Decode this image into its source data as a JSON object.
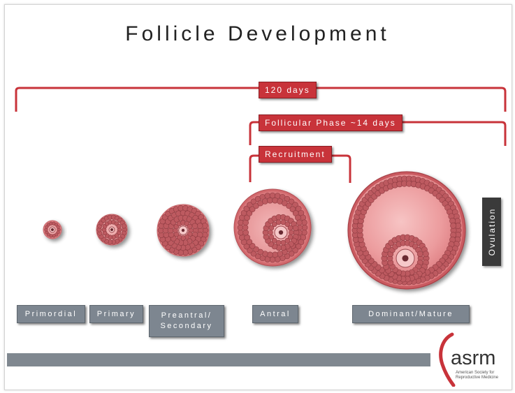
{
  "title": "Follicle Development",
  "brackets": {
    "total_label": "120 days",
    "phase_label": "Follicular Phase ~14 days",
    "recruitment_label": "Recruitment"
  },
  "stages": [
    "Primordial",
    "Primary",
    "Preantral/ Secondary",
    "Antral",
    "Dominant/Mature"
  ],
  "ovulation_label": "Ovulation",
  "logo": {
    "wordmark": "asrm",
    "tagline": "American Society for Reproductive Medicine"
  },
  "colors": {
    "bracket_red": "#c8333a",
    "label_gray": "#7d8690",
    "follicle_pink": "#e68a8d",
    "cell_pink": "#bd5a60",
    "ovulation_dark": "#3a3a3a",
    "footer_gray": "#808890"
  }
}
